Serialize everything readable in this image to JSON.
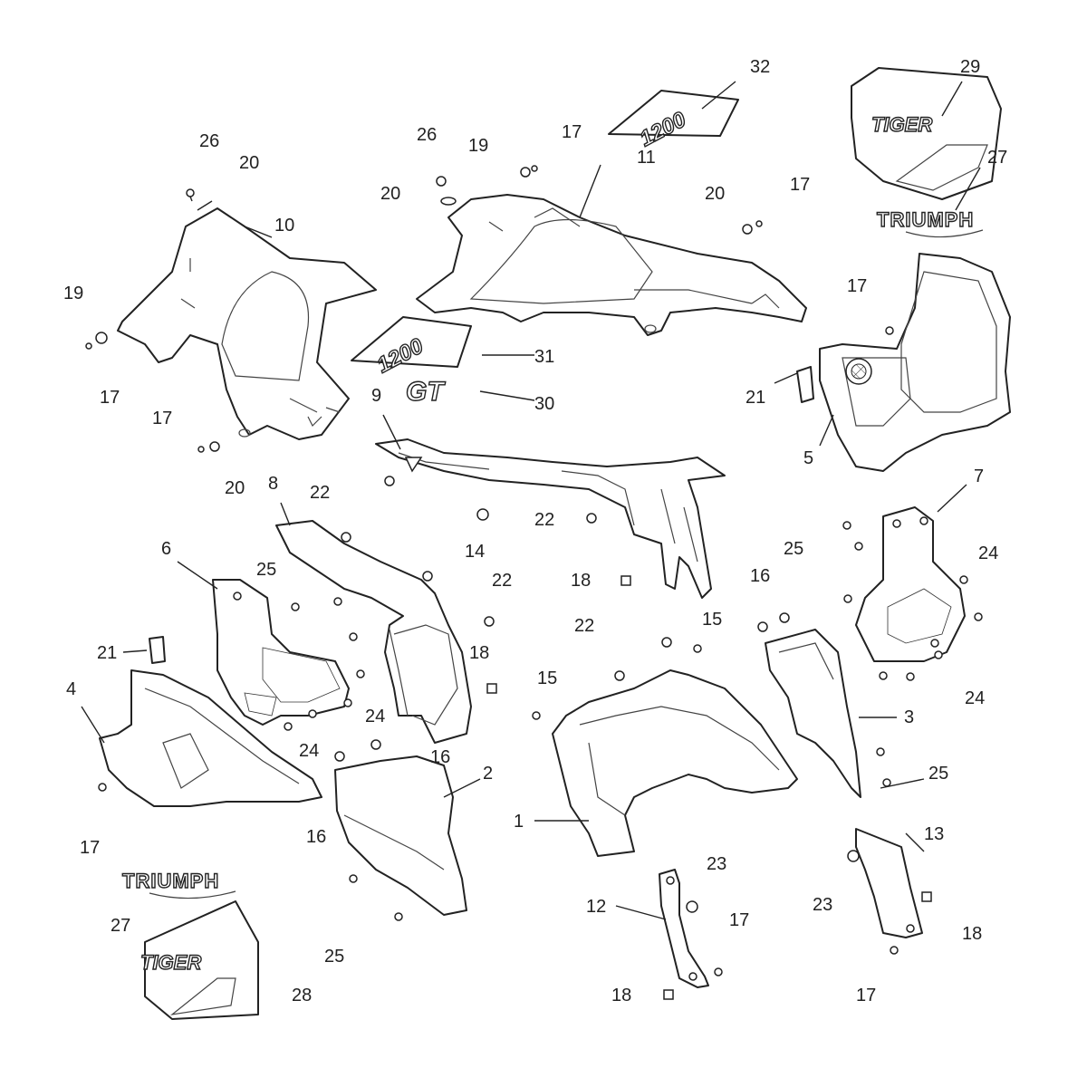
{
  "decals": {
    "tiger_top": "TIGER",
    "tiger_bottom": "TIGER",
    "triumph_top": "TRIUMPH",
    "triumph_bottom": "TRIUMPH",
    "model_top": "1200",
    "model_mid": "1200",
    "gt": "GT"
  },
  "callouts": [
    {
      "id": "c1",
      "label": "1"
    },
    {
      "id": "c2",
      "label": "2"
    },
    {
      "id": "c3",
      "label": "3"
    },
    {
      "id": "c4",
      "label": "4"
    },
    {
      "id": "c5",
      "label": "5"
    },
    {
      "id": "c6",
      "label": "6"
    },
    {
      "id": "c7",
      "label": "7"
    },
    {
      "id": "c8",
      "label": "8"
    },
    {
      "id": "c9",
      "label": "9"
    },
    {
      "id": "c10",
      "label": "10"
    },
    {
      "id": "c11",
      "label": "11"
    },
    {
      "id": "c12",
      "label": "12"
    },
    {
      "id": "c13",
      "label": "13"
    },
    {
      "id": "c14",
      "label": "14"
    },
    {
      "id": "c15a",
      "label": "15"
    },
    {
      "id": "c15b",
      "label": "15"
    },
    {
      "id": "c16a",
      "label": "16"
    },
    {
      "id": "c16b",
      "label": "16"
    },
    {
      "id": "c16c",
      "label": "16"
    },
    {
      "id": "c17a",
      "label": "17"
    },
    {
      "id": "c17b",
      "label": "17"
    },
    {
      "id": "c17c",
      "label": "17"
    },
    {
      "id": "c17d",
      "label": "17"
    },
    {
      "id": "c17e",
      "label": "17"
    },
    {
      "id": "c17f",
      "label": "17"
    },
    {
      "id": "c17g",
      "label": "17"
    },
    {
      "id": "c17h",
      "label": "17"
    },
    {
      "id": "c18a",
      "label": "18"
    },
    {
      "id": "c18b",
      "label": "18"
    },
    {
      "id": "c18c",
      "label": "18"
    },
    {
      "id": "c18d",
      "label": "18"
    },
    {
      "id": "c19a",
      "label": "19"
    },
    {
      "id": "c19b",
      "label": "19"
    },
    {
      "id": "c20a",
      "label": "20"
    },
    {
      "id": "c20b",
      "label": "20"
    },
    {
      "id": "c20c",
      "label": "20"
    },
    {
      "id": "c20d",
      "label": "20"
    },
    {
      "id": "c21a",
      "label": "21"
    },
    {
      "id": "c21b",
      "label": "21"
    },
    {
      "id": "c22a",
      "label": "22"
    },
    {
      "id": "c22b",
      "label": "22"
    },
    {
      "id": "c22c",
      "label": "22"
    },
    {
      "id": "c22d",
      "label": "22"
    },
    {
      "id": "c23a",
      "label": "23"
    },
    {
      "id": "c23b",
      "label": "23"
    },
    {
      "id": "c24a",
      "label": "24"
    },
    {
      "id": "c24b",
      "label": "24"
    },
    {
      "id": "c24c",
      "label": "24"
    },
    {
      "id": "c24d",
      "label": "24"
    },
    {
      "id": "c25a",
      "label": "25"
    },
    {
      "id": "c25b",
      "label": "25"
    },
    {
      "id": "c25c",
      "label": "25"
    },
    {
      "id": "c25d",
      "label": "25"
    },
    {
      "id": "c26a",
      "label": "26"
    },
    {
      "id": "c26b",
      "label": "26"
    },
    {
      "id": "c27a",
      "label": "27"
    },
    {
      "id": "c27b",
      "label": "27"
    },
    {
      "id": "c28",
      "label": "28"
    },
    {
      "id": "c29",
      "label": "29"
    },
    {
      "id": "c30",
      "label": "30"
    },
    {
      "id": "c31",
      "label": "31"
    },
    {
      "id": "c32",
      "label": "32"
    }
  ]
}
